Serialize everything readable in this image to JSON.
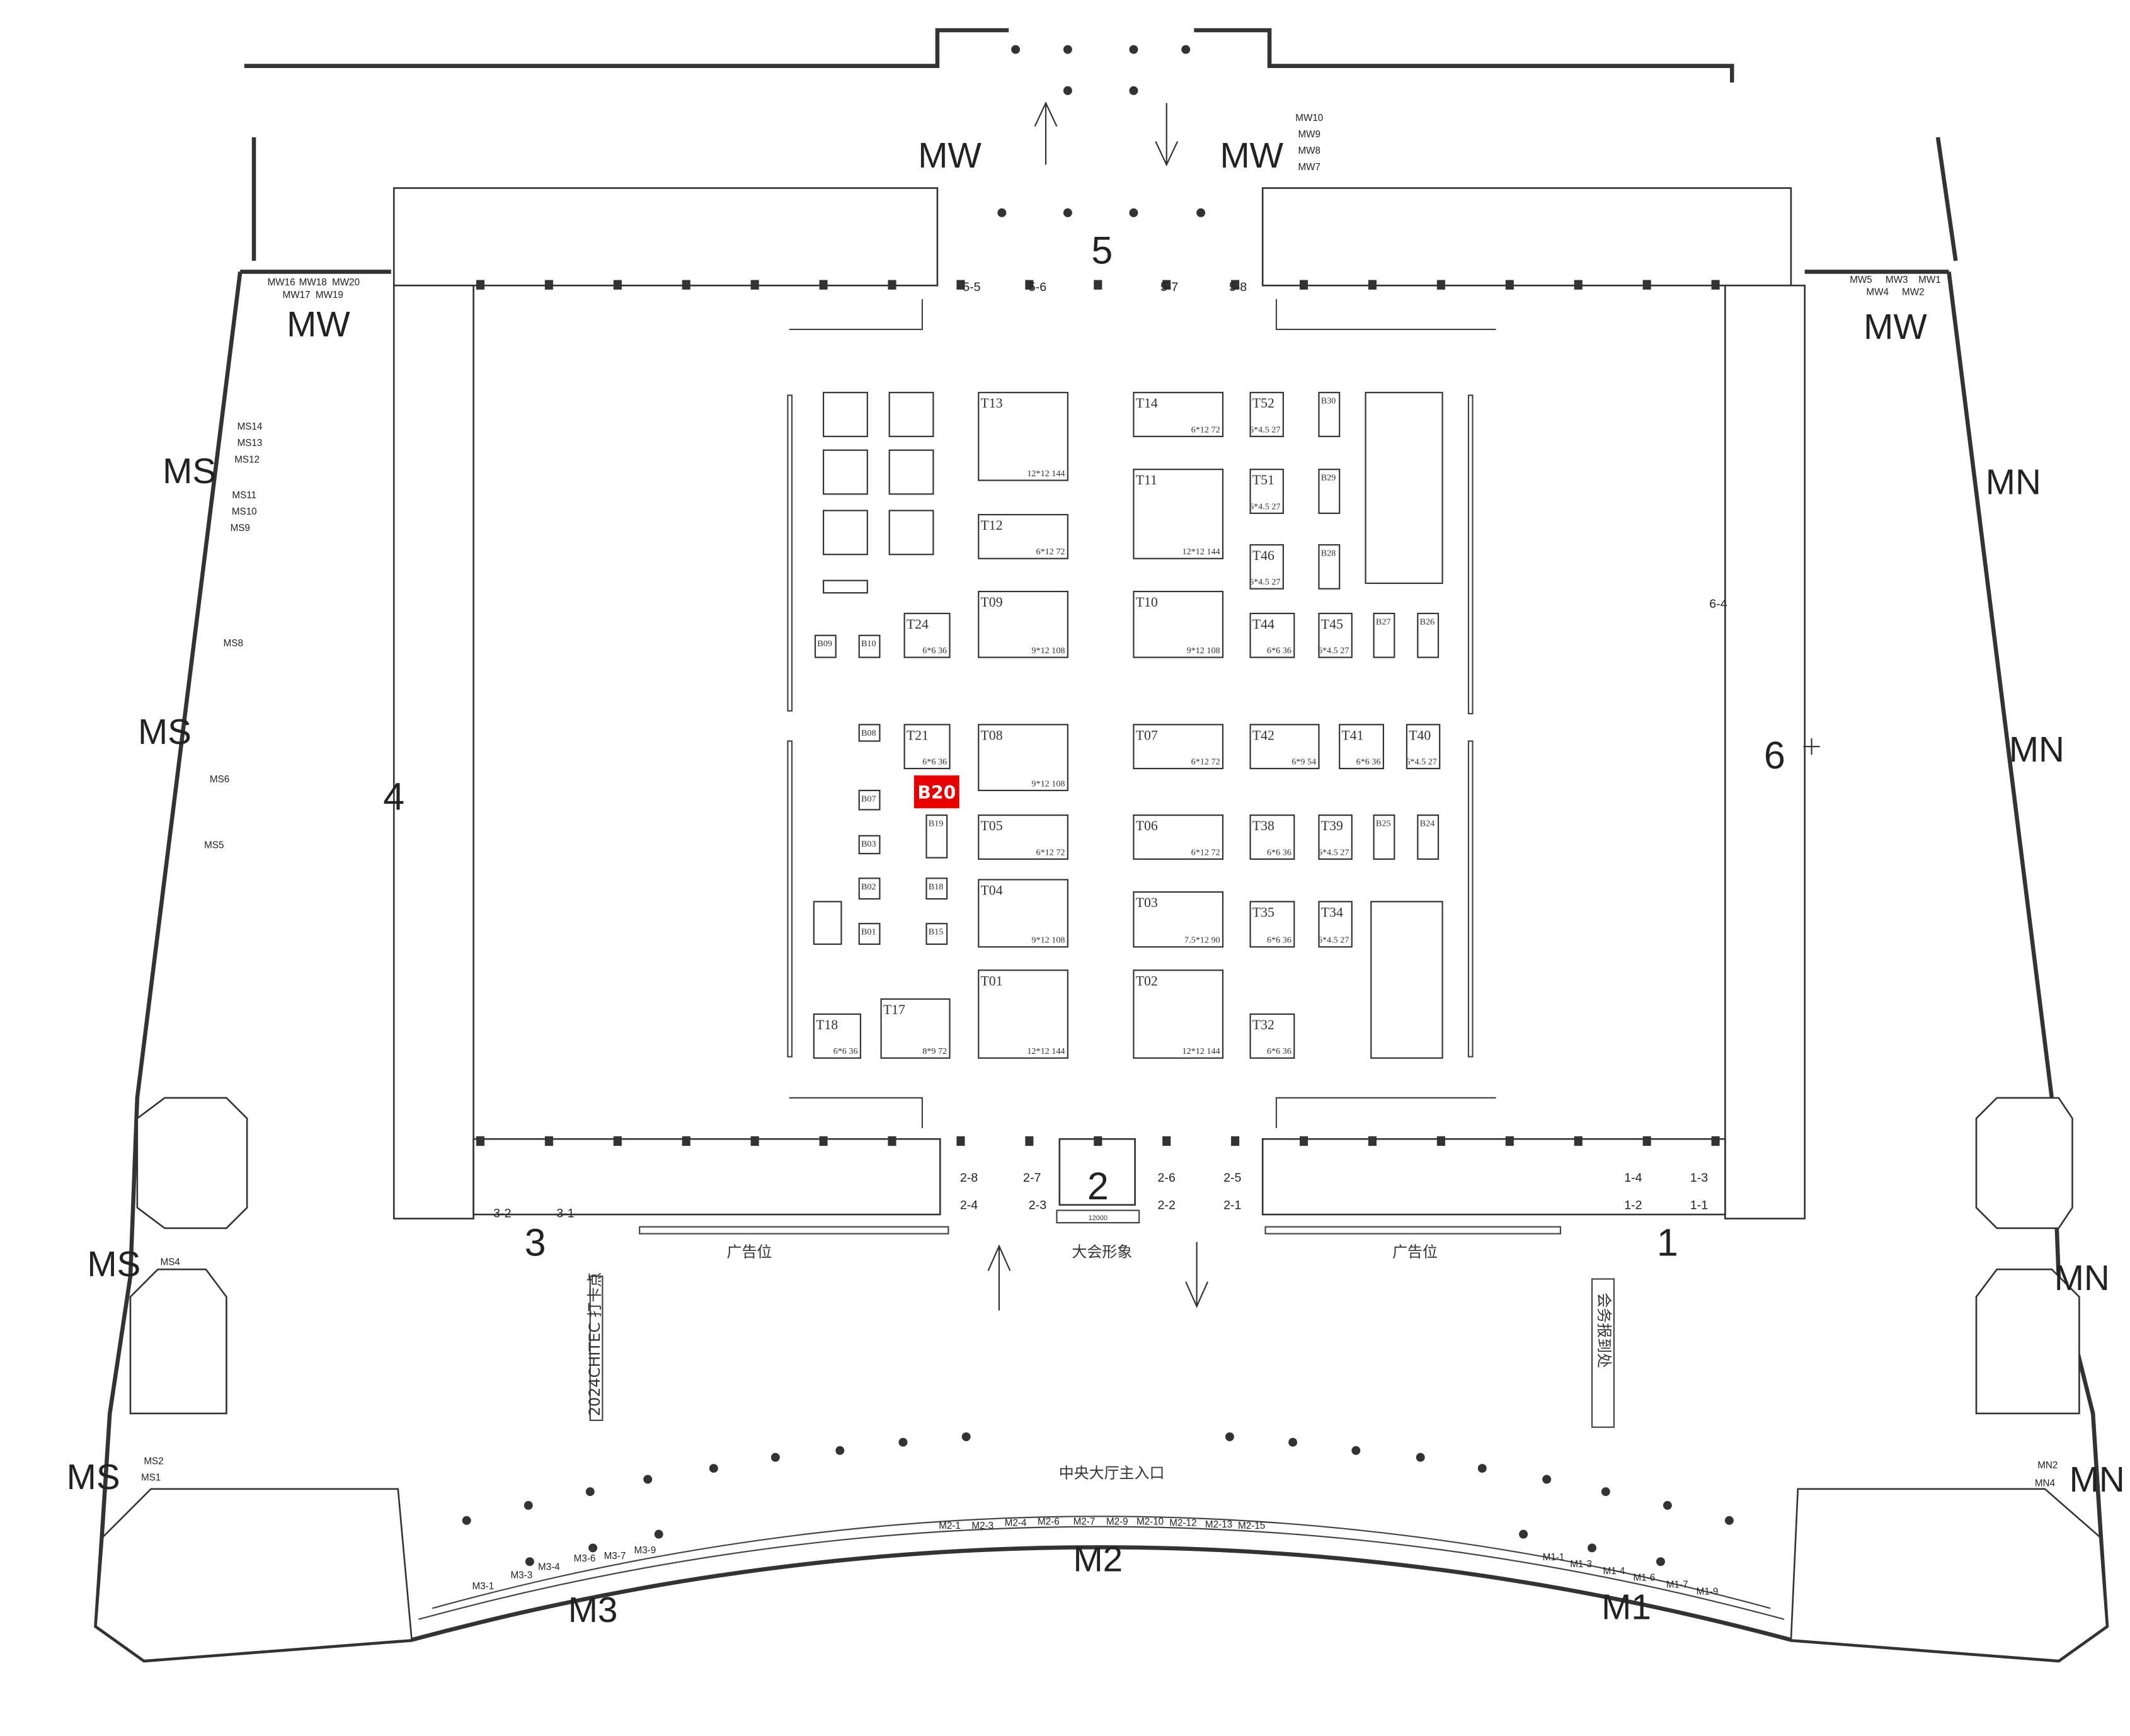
{
  "highlight": {
    "label": "B20",
    "color": "#e60000"
  },
  "booths": [
    {
      "id": "T13",
      "size": "12*12 144"
    },
    {
      "id": "T14",
      "size": "6*12 72"
    },
    {
      "id": "T12",
      "size": "6*12 72"
    },
    {
      "id": "T11",
      "size": "12*12 144"
    },
    {
      "id": "T09",
      "size": "9*12 108"
    },
    {
      "id": "T10",
      "size": "9*12 108"
    },
    {
      "id": "T24",
      "size": "6*6 36"
    },
    {
      "id": "B09",
      "size": ""
    },
    {
      "id": "B10",
      "size": ""
    },
    {
      "id": "T52",
      "size": "6*4.5 27"
    },
    {
      "id": "B30",
      "size": ""
    },
    {
      "id": "T51",
      "size": "6*4.5 27"
    },
    {
      "id": "B29",
      "size": ""
    },
    {
      "id": "T46",
      "size": "6*4.5 27"
    },
    {
      "id": "B28",
      "size": ""
    },
    {
      "id": "T44",
      "size": "6*6 36"
    },
    {
      "id": "T45",
      "size": "6*4.5 27"
    },
    {
      "id": "B27",
      "size": ""
    },
    {
      "id": "B26",
      "size": ""
    },
    {
      "id": "B08",
      "size": ""
    },
    {
      "id": "T21",
      "size": "6*6 36"
    },
    {
      "id": "B07",
      "size": ""
    },
    {
      "id": "B19",
      "size": ""
    },
    {
      "id": "B03",
      "size": ""
    },
    {
      "id": "B02",
      "size": ""
    },
    {
      "id": "B18",
      "size": ""
    },
    {
      "id": "B01",
      "size": ""
    },
    {
      "id": "B15",
      "size": ""
    },
    {
      "id": "T08",
      "size": "9*12 108"
    },
    {
      "id": "T05",
      "size": "6*12 72"
    },
    {
      "id": "T04",
      "size": "9*12 108"
    },
    {
      "id": "T01",
      "size": "12*12 144"
    },
    {
      "id": "T17",
      "size": "8*9 72"
    },
    {
      "id": "T18",
      "size": "6*6 36"
    },
    {
      "id": "T07",
      "size": "6*12 72"
    },
    {
      "id": "T06",
      "size": "6*12 72"
    },
    {
      "id": "T03",
      "size": "7.5*12 90"
    },
    {
      "id": "T02",
      "size": "12*12 144"
    },
    {
      "id": "T42",
      "size": "6*9 54"
    },
    {
      "id": "T41",
      "size": "6*6 36"
    },
    {
      "id": "T40",
      "size": "6*4.5 27"
    },
    {
      "id": "T38",
      "size": "6*6 36"
    },
    {
      "id": "T39",
      "size": "6*4.5 27"
    },
    {
      "id": "B25",
      "size": ""
    },
    {
      "id": "B24",
      "size": ""
    },
    {
      "id": "T35",
      "size": "6*6 36"
    },
    {
      "id": "T34",
      "size": "6*4.5 27"
    },
    {
      "id": "T32",
      "size": "6*6 36"
    }
  ],
  "zones": {
    "mw_a": "MW",
    "mw_b": "MW",
    "mw_c": "MW",
    "mw_d": "MW",
    "ms_a": "MS",
    "ms_b": "MS",
    "ms_c": "MS",
    "ms_d": "MS",
    "mn_a": "MN",
    "mn_b": "MN",
    "mn_c": "MN",
    "mn_d": "MN",
    "m1": "M1",
    "m2": "M2",
    "m3": "M3"
  },
  "entrances": {
    "e1": "1",
    "e2": "2",
    "e3": "3",
    "e4": "4",
    "e5": "5",
    "e6": "6"
  },
  "doors": [
    "5-5",
    "5-6",
    "5-7",
    "5-8",
    "2-8",
    "2-7",
    "2-6",
    "2-5",
    "2-4",
    "2-3",
    "2-2",
    "2-1",
    "3-2",
    "3-1",
    "1-4",
    "1-3",
    "1-2",
    "1-1",
    "6-4"
  ],
  "gates": [
    "MW16",
    "MW17",
    "MW18",
    "MW19",
    "MW20",
    "MW5",
    "MW4",
    "MW3",
    "MW2",
    "MW1",
    "MW10",
    "MW9",
    "MW8",
    "MW7",
    "MS14",
    "MS13",
    "MS12",
    "MS11",
    "MS10",
    "MS9",
    "MS8",
    "MS6",
    "MS5",
    "MS4",
    "MS2",
    "MS1",
    "MN2",
    "MN4",
    "M3-1",
    "M3-3",
    "M3-4",
    "M3-6",
    "M3-7",
    "M3-9",
    "M2-1",
    "M2-3",
    "M2-4",
    "M2-6",
    "M2-7",
    "M2-9",
    "M2-10",
    "M2-12",
    "M2-13",
    "M2-15",
    "M1-1",
    "M1-3",
    "M1-4",
    "M1-6",
    "M1-7",
    "M1-9"
  ],
  "labels": {
    "ad_left": "广告位",
    "ad_right": "广告位",
    "image": "大会形象",
    "main_entrance": "中央大厅主入口",
    "checkin_photo": "2024CHITEC 打卡点",
    "registration": "会务报到处",
    "dimension": "12000"
  }
}
